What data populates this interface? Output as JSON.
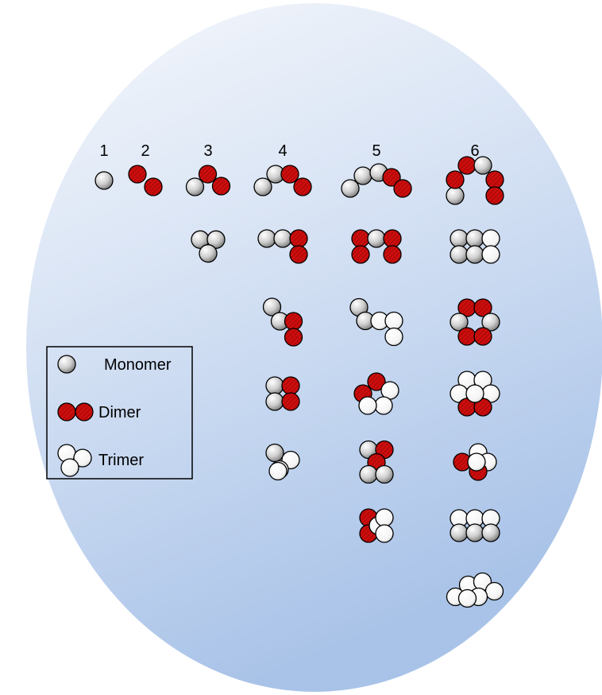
{
  "columns": [
    {
      "label": "1",
      "shapes": [
        [
          [
            "g",
            0,
            0
          ]
        ]
      ]
    },
    {
      "label": "2",
      "shapes": [
        [
          [
            "r",
            0,
            0
          ],
          [
            "r",
            1,
            0.8
          ]
        ]
      ]
    },
    {
      "label": "3",
      "shapes": [
        [
          [
            "g",
            0,
            1
          ],
          [
            "r",
            0.8,
            0.2
          ],
          [
            "r",
            1.65,
            0.95
          ]
        ],
        [
          [
            "g",
            0,
            0
          ],
          [
            "g",
            1,
            0
          ],
          [
            "g",
            0.5,
            0.87
          ]
        ]
      ]
    },
    {
      "label": "4",
      "shapes": [
        [
          [
            "g",
            0,
            1
          ],
          [
            "g",
            0.8,
            0.2
          ],
          [
            "r",
            1.7,
            0.2
          ],
          [
            "r",
            2.5,
            1
          ]
        ],
        [
          [
            "g",
            0,
            0
          ],
          [
            "g",
            1,
            0
          ],
          [
            "r",
            2,
            0
          ],
          [
            "r",
            2,
            1
          ]
        ],
        [
          [
            "g",
            0,
            0
          ],
          [
            "g",
            0.5,
            0.9
          ],
          [
            "r",
            1.35,
            0.9
          ],
          [
            "r",
            1.35,
            1.9
          ]
        ],
        [
          [
            "g",
            0,
            0
          ],
          [
            "r",
            1,
            0
          ],
          [
            "g",
            0,
            1
          ],
          [
            "r",
            1,
            1
          ]
        ],
        [
          [
            "g",
            0,
            0
          ],
          [
            "w",
            1,
            0.45
          ],
          [
            "w",
            0.3,
            1.05
          ],
          [
            "w",
            0.2,
            1.15
          ]
        ]
      ]
    },
    {
      "label": "5",
      "shapes": [
        [
          [
            "g",
            0,
            1
          ],
          [
            "g",
            0.8,
            0.2
          ],
          [
            "g",
            1.8,
            0
          ],
          [
            "r",
            2.6,
            0.3
          ],
          [
            "r",
            3.3,
            1
          ]
        ],
        [
          [
            "r",
            0,
            0
          ],
          [
            "g",
            1,
            0
          ],
          [
            "r",
            2,
            0
          ],
          [
            "r",
            0,
            1
          ],
          [
            "r",
            2,
            1
          ]
        ],
        [
          [
            "g",
            0,
            0
          ],
          [
            "g",
            0.4,
            0.85
          ],
          [
            "w",
            1.3,
            0.85
          ],
          [
            "w",
            2.2,
            0.85
          ],
          [
            "w",
            2.2,
            1.85
          ]
        ],
        [
          [
            "r",
            0,
            0.75
          ],
          [
            "r",
            0.85,
            0
          ],
          [
            "w",
            1.7,
            0.55
          ],
          [
            "w",
            1.3,
            1.5
          ],
          [
            "w",
            0.3,
            1.5
          ]
        ],
        [
          [
            "g",
            0,
            0
          ],
          [
            "r",
            1,
            0
          ],
          [
            "r",
            0.5,
            0.8
          ],
          [
            "g",
            0,
            1.55
          ],
          [
            "g",
            1,
            1.55
          ]
        ],
        [
          [
            "r",
            0,
            0
          ],
          [
            "r",
            0,
            1
          ],
          [
            "w",
            0.6,
            0.5
          ],
          [
            "w",
            1,
            0
          ],
          [
            "w",
            1,
            1
          ]
        ]
      ]
    },
    {
      "label": "6",
      "shapes": [
        [
          [
            "g",
            0,
            2.1
          ],
          [
            "r",
            0,
            1.1
          ],
          [
            "r",
            0.75,
            0.2
          ],
          [
            "g",
            1.75,
            0.2
          ],
          [
            "r",
            2.5,
            1.1
          ],
          [
            "r",
            2.5,
            2.1
          ]
        ],
        [
          [
            "g",
            0,
            0
          ],
          [
            "g",
            1,
            0
          ],
          [
            "w",
            2,
            0
          ],
          [
            "g",
            0,
            1
          ],
          [
            "g",
            1,
            1
          ],
          [
            "w",
            2,
            1
          ]
        ],
        [
          [
            "r",
            0.5,
            0
          ],
          [
            "r",
            1.5,
            0
          ],
          [
            "g",
            0,
            0.9
          ],
          [
            "g",
            2,
            0.9
          ],
          [
            "r",
            0.5,
            1.8
          ],
          [
            "r",
            1.5,
            1.8
          ]
        ],
        [
          [
            "w",
            0.5,
            0
          ],
          [
            "w",
            0,
            0.85
          ],
          [
            "w",
            1.5,
            0
          ],
          [
            "w",
            2,
            0.85
          ],
          [
            "r",
            0.5,
            1.7
          ],
          [
            "r",
            1.5,
            1.7
          ],
          [
            "w",
            1,
            0.85
          ]
        ],
        [
          [
            "r",
            0,
            0.6
          ],
          [
            "w",
            1,
            0
          ],
          [
            "w",
            1.6,
            0.6
          ],
          [
            "r",
            1,
            1.2
          ],
          [
            "w",
            0.9,
            0.6
          ]
        ],
        [
          [
            "w",
            0,
            0
          ],
          [
            "w",
            1,
            0
          ],
          [
            "w",
            2,
            0
          ],
          [
            "g",
            0,
            0.9
          ],
          [
            "g",
            1,
            0.9
          ],
          [
            "g",
            2,
            0.9
          ]
        ],
        [
          [
            "w",
            0,
            0.95
          ],
          [
            "w",
            0.8,
            0.2
          ],
          [
            "w",
            1.7,
            0
          ],
          [
            "w",
            2.45,
            0.6
          ],
          [
            "w",
            1.45,
            0.95
          ],
          [
            "w",
            0.75,
            1.05
          ]
        ]
      ]
    }
  ],
  "legend": {
    "items": [
      {
        "label": "Monomer",
        "kind": "monomer"
      },
      {
        "label": "Dimer",
        "kind": "dimer"
      },
      {
        "label": "Trimer",
        "kind": "trimer"
      }
    ]
  },
  "colors": {
    "red": "#cc0d0d",
    "grey_light": "#ffffff",
    "grey_dark": "#7a7a7a",
    "white_shade": "#d2d2d2",
    "ellipse_top": "#f6f8fc",
    "ellipse_bottom": "#a9c3e8"
  }
}
